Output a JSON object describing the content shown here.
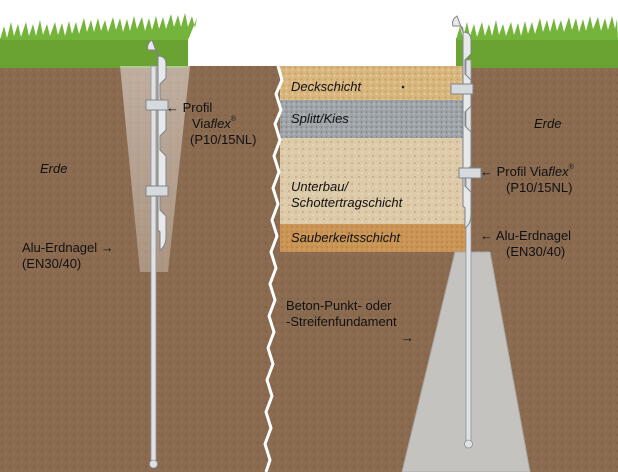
{
  "labels": {
    "erde_left": "Erde",
    "erde_right": "Erde",
    "profil_left_line1": "Profil",
    "profil_left_brand": "Viaflex",
    "profil_left_reg": "®",
    "profil_left_code": "(P10/15NL)",
    "profil_right_prefix": "Profil ",
    "profil_right_brand": "Viaflex",
    "profil_right_reg": "®",
    "profil_right_code": "(P10/15NL)",
    "nagel_left_name": "Alu-Erdnagel",
    "nagel_left_code": "(EN30/40)",
    "nagel_right_name": "Alu-Erdnagel",
    "nagel_right_code": "(EN30/40)",
    "beton_line1": "Beton-Punkt- oder",
    "beton_line2": "-Streifenfundament",
    "arrow_glyph": "←"
  },
  "layers": {
    "deckschicht": "Deckschicht",
    "splitt": "Splitt/Kies",
    "unterbau_line1": "Unterbau/",
    "unterbau_line2": "Schottertragschicht",
    "sauberkeit": "Sauberkeitsschicht"
  },
  "colors": {
    "grass": "#5f9a2c",
    "soil": "#8a6a4f",
    "deckschicht": "#d8b67e",
    "splitt": "#9ea3a8",
    "unterbau": "#dcc9a6",
    "sauberkeit": "#c99454",
    "concrete": "#c4c3c0",
    "profile": "#e2e4e6"
  }
}
